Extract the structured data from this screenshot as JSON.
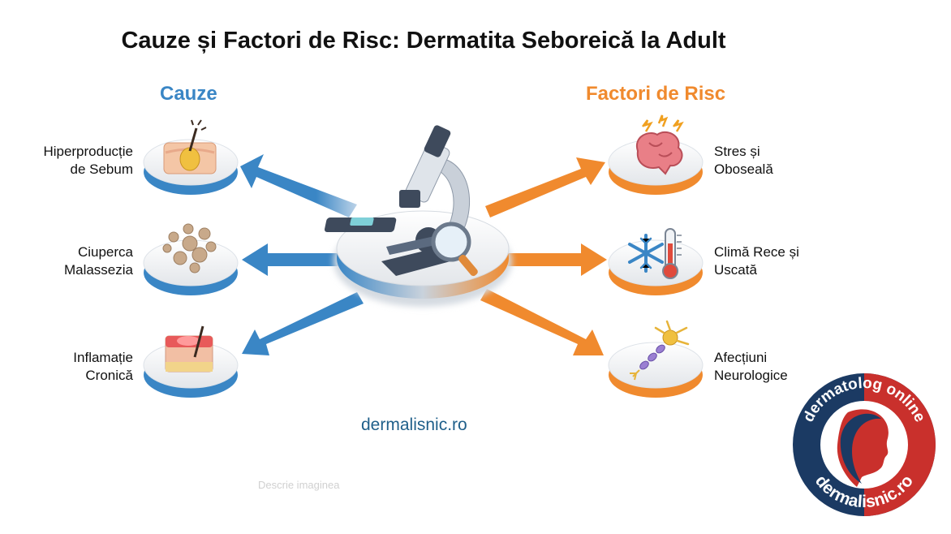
{
  "title": "Cauze și Factori de Risc: Dermatita Seboreică la Adult",
  "causes": {
    "heading": "Cauze",
    "color": "#3a86c5",
    "items": [
      {
        "line1": "Hiperproducție",
        "line2": "de Sebum",
        "icon": "sebum-skin-icon"
      },
      {
        "line1": "Ciuperca",
        "line2": "Malassezia",
        "icon": "fungus-icon"
      },
      {
        "line1": "Inflamație",
        "line2": "Cronică",
        "icon": "inflamed-skin-icon"
      }
    ]
  },
  "risk": {
    "heading": "Factori de Risc",
    "color": "#f08a2e",
    "items": [
      {
        "line1": "Stres și",
        "line2": "Oboseală",
        "icon": "brain-icon"
      },
      {
        "line1": "Climă Rece și",
        "line2": "Uscată",
        "icon": "snowflake-thermometer-icon"
      },
      {
        "line1": "Afecțiuni",
        "line2": "Neurologice",
        "icon": "neuron-icon"
      }
    ]
  },
  "center": {
    "icon": "microscope-icon"
  },
  "website": "dermalisnic.ro",
  "badge": {
    "top": "dermatolog online",
    "bottom": "dermalisnic.ro",
    "icon": "woman-profile-logo-icon"
  },
  "faint": {
    "text": "Descrie imaginea"
  }
}
